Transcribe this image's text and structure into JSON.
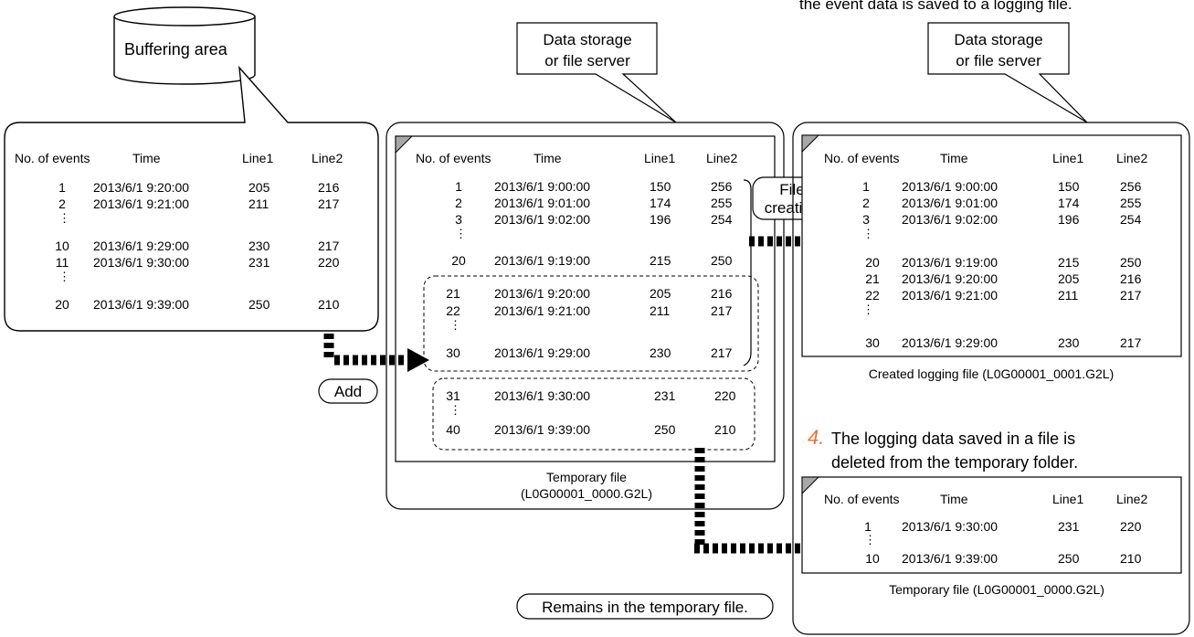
{
  "top_note": "the event data is saved to a logging file.",
  "buffer_label": "Buffering area",
  "callouts": {
    "storage_1_line1": "Data storage",
    "storage_1_line2": "or file server",
    "storage_2_line1": "Data storage",
    "storage_2_line2": "or file server"
  },
  "headers": {
    "events": "No. of events",
    "time": "Time",
    "line1": "Line1",
    "line2": "Line2"
  },
  "buffer_table": [
    {
      "no": "1",
      "time": "2013/6/1 9:20:00",
      "line1": "205",
      "line2": "216"
    },
    {
      "no": "2",
      "time": "2013/6/1 9:21:00",
      "line1": "211",
      "line2": "217"
    },
    {
      "no": "10",
      "time": "2013/6/1 9:29:00",
      "line1": "230",
      "line2": "217"
    },
    {
      "no": "11",
      "time": "2013/6/1 9:30:00",
      "line1": "231",
      "line2": "220"
    },
    {
      "no": "20",
      "time": "2013/6/1 9:39:00",
      "line1": "250",
      "line2": "210"
    }
  ],
  "temp_table": [
    {
      "no": "1",
      "time": "2013/6/1 9:00:00",
      "line1": "150",
      "line2": "256"
    },
    {
      "no": "2",
      "time": "2013/6/1 9:01:00",
      "line1": "174",
      "line2": "255"
    },
    {
      "no": "3",
      "time": "2013/6/1 9:02:00",
      "line1": "196",
      "line2": "254"
    },
    {
      "no": "20",
      "time": "2013/6/1 9:19:00",
      "line1": "215",
      "line2": "250"
    },
    {
      "no": "21",
      "time": "2013/6/1 9:20:00",
      "line1": "205",
      "line2": "216"
    },
    {
      "no": "22",
      "time": "2013/6/1 9:21:00",
      "line1": "211",
      "line2": "217"
    },
    {
      "no": "30",
      "time": "2013/6/1 9:29:00",
      "line1": "230",
      "line2": "217"
    },
    {
      "no": "31",
      "time": "2013/6/1 9:30:00",
      "line1": "231",
      "line2": "220"
    },
    {
      "no": "40",
      "time": "2013/6/1 9:39:00",
      "line1": "250",
      "line2": "210"
    }
  ],
  "created_table": [
    {
      "no": "1",
      "time": "2013/6/1 9:00:00",
      "line1": "150",
      "line2": "256"
    },
    {
      "no": "2",
      "time": "2013/6/1 9:01:00",
      "line1": "174",
      "line2": "255"
    },
    {
      "no": "3",
      "time": "2013/6/1 9:02:00",
      "line1": "196",
      "line2": "254"
    },
    {
      "no": "20",
      "time": "2013/6/1 9:19:00",
      "line1": "215",
      "line2": "250"
    },
    {
      "no": "21",
      "time": "2013/6/1 9:20:00",
      "line1": "205",
      "line2": "216"
    },
    {
      "no": "22",
      "time": "2013/6/1 9:21:00",
      "line1": "211",
      "line2": "217"
    },
    {
      "no": "30",
      "time": "2013/6/1 9:29:00",
      "line1": "230",
      "line2": "217"
    }
  ],
  "remaining_table": [
    {
      "no": "1",
      "time": "2013/6/1 9:30:00",
      "line1": "231",
      "line2": "220"
    },
    {
      "no": "10",
      "time": "2013/6/1 9:39:00",
      "line1": "250",
      "line2": "210"
    }
  ],
  "labels": {
    "temp_file_caption_1": "Temporary file",
    "temp_file_caption_2": "(L0G00001_0000.G2L)",
    "created_caption": "Created logging file (L0G00001_0001.G2L)",
    "remaining_caption": "Temporary file (L0G00001_0000.G2L)",
    "add": "Add",
    "file_creation_1": "File",
    "file_creation_2": "creation",
    "remains": "Remains in the temporary file.",
    "step_number": "4.",
    "step_text_1": "The logging data saved in a file is",
    "step_text_2": "deleted from the temporary folder."
  },
  "colors": {
    "step_number": "#e8743b",
    "fold_corner": "#a8a8a8"
  }
}
